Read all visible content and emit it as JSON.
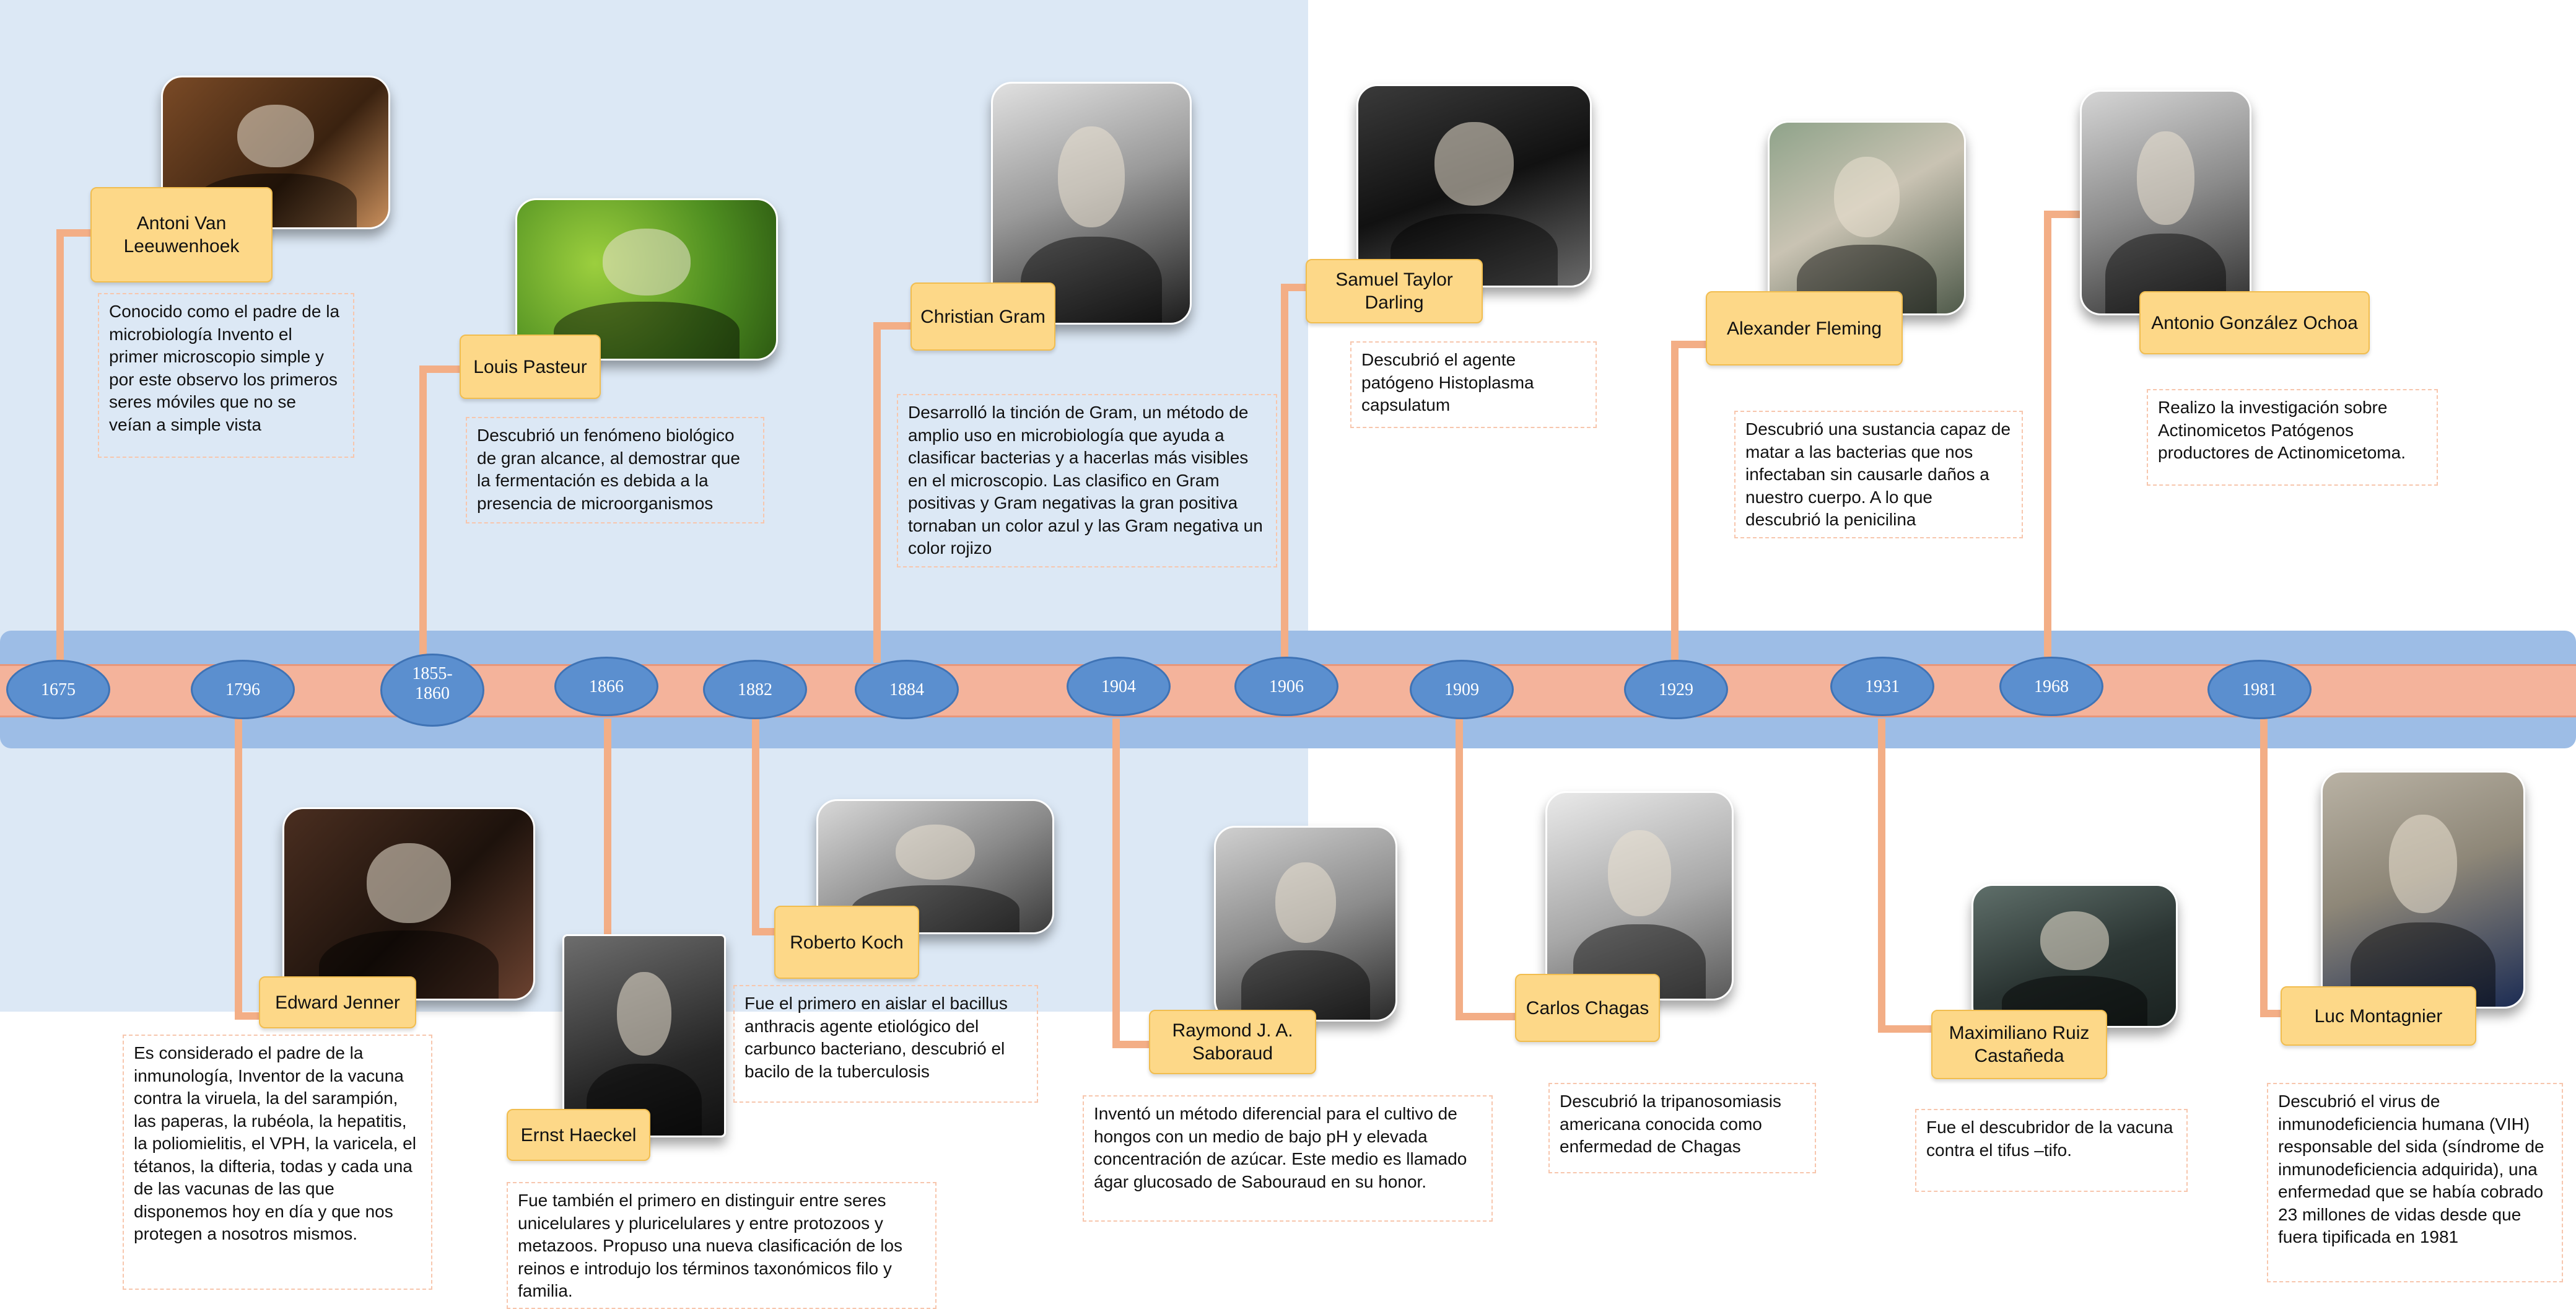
{
  "timeline": {
    "years": [
      "1675",
      "1796",
      "1855-\n1860",
      "1866",
      "1882",
      "1884",
      "1904",
      "1906",
      "1909",
      "1929",
      "1931",
      "1968",
      "1981"
    ]
  },
  "people": [
    {
      "name": "Antoni Van Leeuwenhoek",
      "year": "1675",
      "description": "Conocido como el padre de la microbiología Invento el primer microscopio simple y por este observo los primeros seres móviles que no se veían a simple vista"
    },
    {
      "name": "Edward Jenner",
      "year": "1796",
      "description": "Es considerado el padre de la inmunología, Inventor de la vacuna contra la viruela, la del sarampión, las paperas, la rubéola, la hepatitis, la poliomielitis, el VPH, la varicela, el tétanos, la difteria, todas y cada una de las vacunas de las que disponemos hoy en día y que nos protegen a nosotros mismos."
    },
    {
      "name": "Louis Pasteur",
      "year": "1855-1860",
      "description": "Descubrió un fenómeno biológico de gran alcance, al demostrar que la fermentación es debida a la presencia de microorganismos"
    },
    {
      "name": "Ernst Haeckel",
      "year": "1866",
      "description": "Fue también el primero en distinguir entre seres unicelulares y pluricelulares y entre protozoos y metazoos. Propuso una nueva clasificación de los reinos e introdujo los términos taxonómicos filo y familia."
    },
    {
      "name": "Roberto Koch",
      "year": "1882",
      "description": "Fue el primero en aislar el bacillus anthracis  agente etiológico del carbunco bacteriano, descubrió el bacilo de la tuberculosis"
    },
    {
      "name": "Christian Gram",
      "year": "1884",
      "description": "Desarrolló la tinción de Gram, un método de amplio uso en microbiología que ayuda a clasificar bacterias y a hacerlas más visibles en el microscopio. Las clasifico en Gram positivas y Gram negativas la gran positiva tornaban un color azul y las Gram negativa un color rojizo"
    },
    {
      "name": "Raymond J. A. Saboraud",
      "year": "1904",
      "description": "Inventó un método diferencial para el cultivo de hongos con un medio de bajo pH y elevada concentración de azúcar. Este medio es llamado ágar glucosado de Sabouraud en su honor."
    },
    {
      "name": "Samuel Taylor Darling",
      "year": "1906",
      "description": "Descubrió el agente patógeno Histoplasma capsulatum"
    },
    {
      "name": "Carlos Chagas",
      "year": "1909",
      "description": "Descubrió la tripanosomiasis americana conocida como enfermedad de Chagas"
    },
    {
      "name": "Alexander Fleming",
      "year": "1929",
      "description": "Descubrió una sustancia capaz de matar a las bacterias que nos infectaban sin causarle daños a nuestro cuerpo. A lo que descubrió la penicilina"
    },
    {
      "name": "Maximiliano Ruiz Castañeda",
      "year": "1931",
      "description": "Fue el descubridor de la vacuna contra el tifus –tifo."
    },
    {
      "name": "Antonio González Ochoa",
      "year": "1968",
      "description": "Realizo la investigación sobre Actinomicetos Patógenos productores de Actinomicetoma."
    },
    {
      "name": "Luc Montagnier",
      "year": "1981",
      "description": "Descubrió el virus de inmunodeficiencia humana (VIH) responsable del sida (síndrome de inmunodeficiencia adquirida), una enfermedad que se había cobrado 23 millones de vidas desde que fuera tipificada en 1981"
    }
  ],
  "colors": {
    "background_left": "#dce8f5",
    "band": "#9dbde6",
    "stripe": "#f4b39b",
    "year_node": "#5b8fcf",
    "connector": "#f3ae86",
    "name_box": "#fdd888"
  }
}
